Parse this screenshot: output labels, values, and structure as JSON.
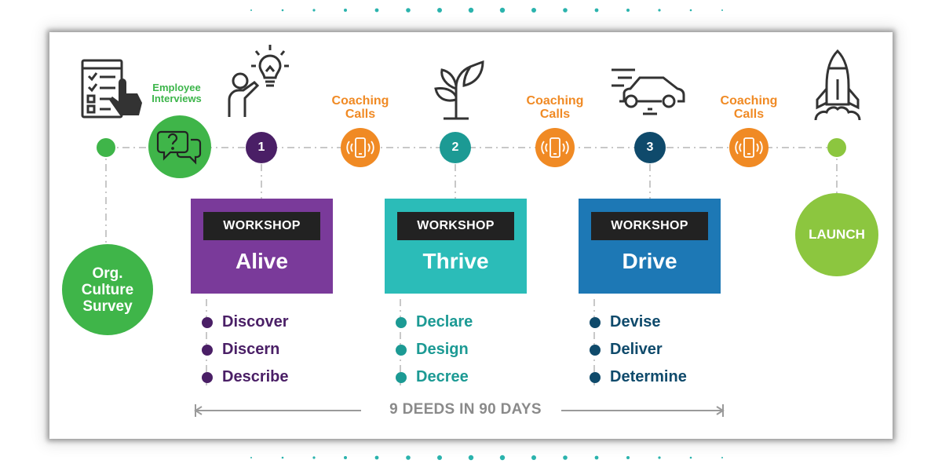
{
  "labels": {
    "employee_interviews": "Employee\nInterviews",
    "coaching_calls": "Coaching\nCalls",
    "org_survey": "Org.\nCulture\nSurvey",
    "launch": "LAUNCH",
    "workshop": "WORKSHOP",
    "footer": "9 DEEDS IN 90 DAYS"
  },
  "steps": [
    {
      "number": "1",
      "name": "Alive",
      "color": "#7a3a9a",
      "num_color": "#4a1f66",
      "bullet_color": "#4a1f66",
      "deeds": [
        "Discover",
        "Discern",
        "Describe"
      ]
    },
    {
      "number": "2",
      "name": "Thrive",
      "color": "#2bbcb8",
      "num_color": "#1c9a94",
      "bullet_color": "#1c9a94",
      "deeds": [
        "Declare",
        "Design",
        "Decree"
      ]
    },
    {
      "number": "3",
      "name": "Drive",
      "color": "#1d78b5",
      "num_color": "#0f4a6b",
      "bullet_color": "#0f4a6b",
      "deeds": [
        "Devise",
        "Deliver",
        "Determine"
      ]
    }
  ],
  "colors": {
    "green": "#3fb549",
    "light_green": "#8cc63f",
    "orange": "#f08a24",
    "line_gray": "#c8c8c8",
    "icon_gray": "#333333"
  }
}
